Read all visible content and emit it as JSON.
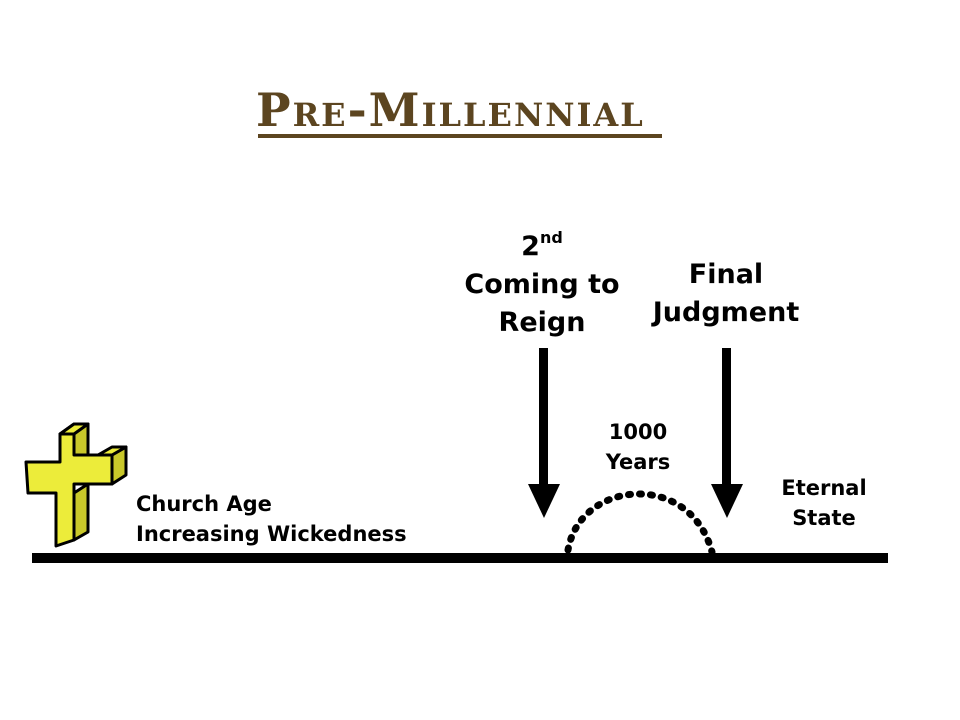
{
  "title": "Pre-Millennial",
  "events": {
    "second_coming": {
      "ordinal_number": "2",
      "ordinal_suffix": "nd",
      "line1": "Coming to",
      "line2": "Reign"
    },
    "final_judgment": {
      "line1": "Final",
      "line2": "Judgment"
    }
  },
  "millennium": {
    "line1": "1000",
    "line2": "Years"
  },
  "eternal_state": {
    "line1": "Eternal",
    "line2": "State"
  },
  "church_age": {
    "line1": "Church Age",
    "line2": "Increasing Wickedness"
  },
  "colors": {
    "title": "#5c4520",
    "cross_fill": "#ecec3a",
    "cross_side": "#c9c82a",
    "line": "#000000"
  },
  "icons": {
    "cross": "cross-icon"
  }
}
